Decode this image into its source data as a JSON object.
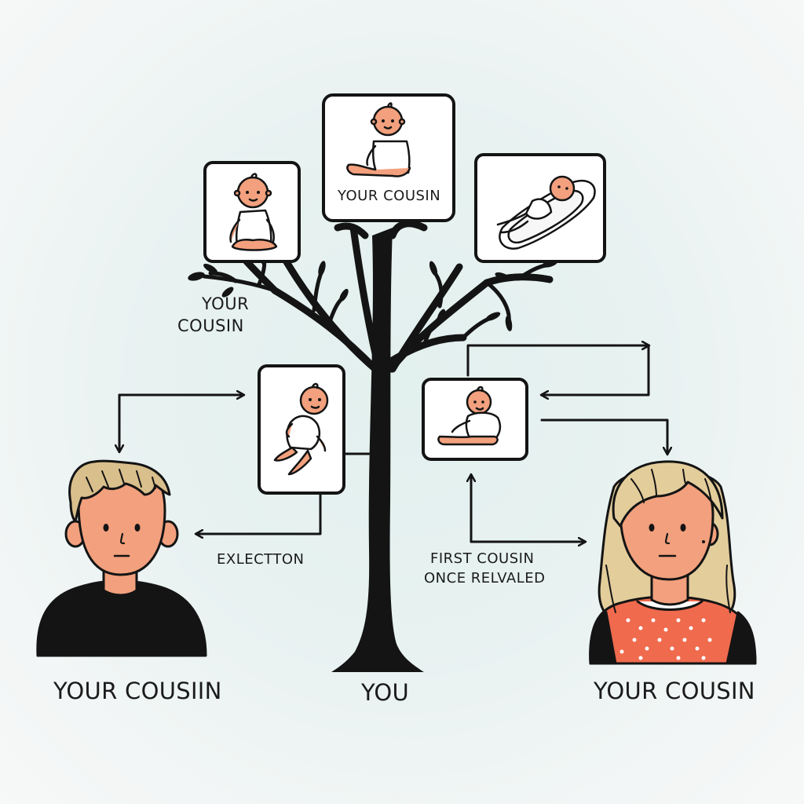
{
  "labels": {
    "top_card_caption": "YOUR COUSIN",
    "branch_left_line1": "YOUR",
    "branch_left_line2": "COUSIN",
    "exlection": "EXLECTTON",
    "first_cousin_line1": "FIRST COUSIN",
    "first_cousin_line2": "ONCE RELVALED",
    "bottom_left": "YOUR COUSIIN",
    "bottom_center": "YOU",
    "bottom_right": "YOUR COUSIN"
  },
  "colors": {
    "ink": "#141414",
    "skin": "#f2a07d",
    "skin_shadow": "#e58a66",
    "hair_boy": "#d9bf8c",
    "hair_girl": "#e3cd9b",
    "shirt_boy": "#141414",
    "dress_dots": "#f06a4e",
    "card_bg": "#ffffff"
  }
}
